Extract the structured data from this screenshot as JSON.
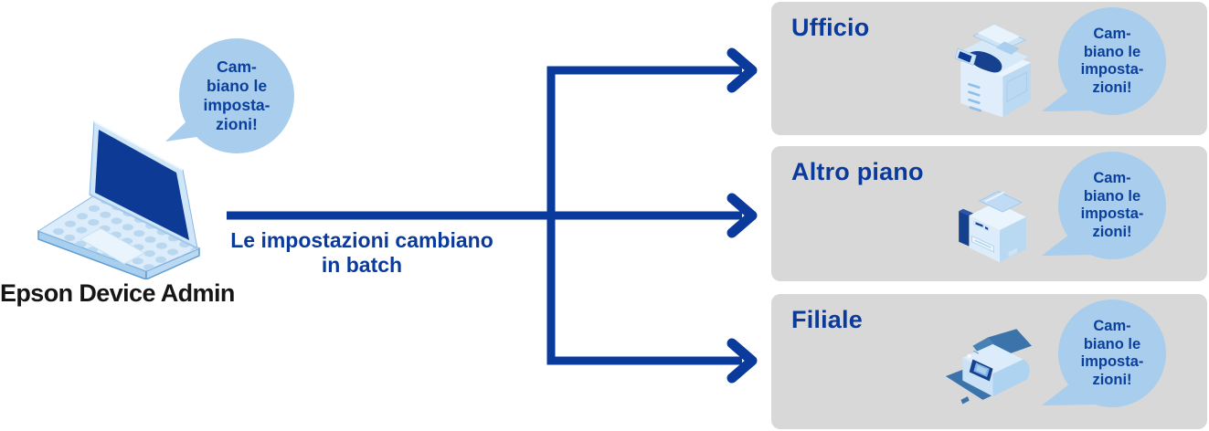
{
  "source": {
    "label": "Epson Device Admin",
    "device_icon": "laptop-icon",
    "bubble": {
      "lines": [
        "Cam-",
        "biano le",
        "imposta-",
        "zioni!"
      ]
    }
  },
  "flow": {
    "caption_line1": "Le impostazioni cambiano",
    "caption_line2": "in batch"
  },
  "destinations": [
    {
      "label": "Ufficio",
      "device_icon": "office-copier-icon",
      "bubble": {
        "lines": [
          "Cam-",
          "biano le",
          "imposta-",
          "zioni!"
        ]
      }
    },
    {
      "label": "Altro piano",
      "device_icon": "desktop-printer-icon",
      "bubble": {
        "lines": [
          "Cam-",
          "biano le",
          "imposta-",
          "zioni!"
        ]
      }
    },
    {
      "label": "Filiale",
      "device_icon": "document-scanner-icon",
      "bubble": {
        "lines": [
          "Cam-",
          "biano le",
          "imposta-",
          "zioni!"
        ]
      }
    }
  ],
  "colors": {
    "navy": "#0a3a9b",
    "bubble_blue": "#a9cdec",
    "panel_gray": "#d8d8d8",
    "device_light_blue": "#dcecfa",
    "device_steel_blue": "#3a74ab",
    "label_black": "#161616"
  }
}
